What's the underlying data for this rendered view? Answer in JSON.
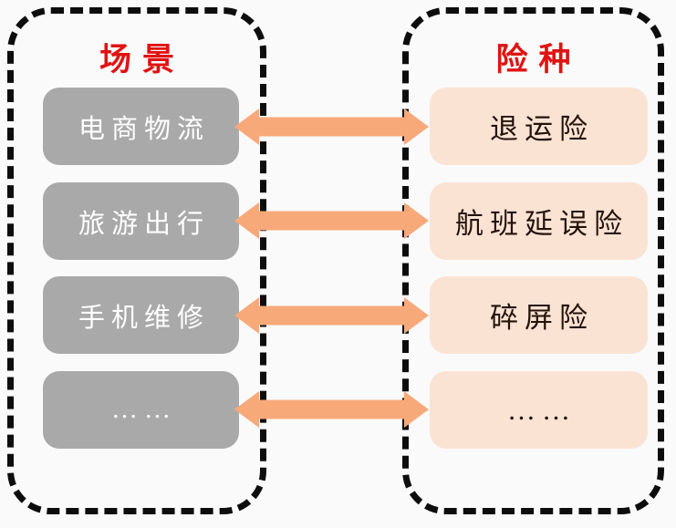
{
  "colors": {
    "background": "#fafafb",
    "panel-border": "#0d0d0d",
    "arrow": "#f8a97a",
    "scene-box": "#a9a9a9",
    "scene-text": "#ffffff",
    "insurance-box": "#fbe3d4",
    "insurance-text": "#241309",
    "title": "#e01313"
  },
  "panels": {
    "scenes": {
      "title": "场景"
    },
    "insurance": {
      "title": "险种"
    }
  },
  "rows": [
    {
      "scene": "电商物流",
      "insurance": "退运险"
    },
    {
      "scene": "旅游出行",
      "insurance": "航班延误险"
    },
    {
      "scene": "手机维修",
      "insurance": "碎屏险"
    },
    {
      "scene": "……",
      "insurance": "……"
    }
  ]
}
